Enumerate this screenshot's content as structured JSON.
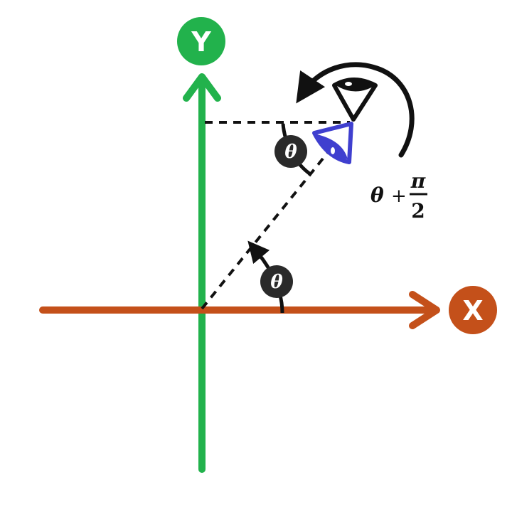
{
  "colors": {
    "x_axis": "#c4501a",
    "y_axis": "#22b24c",
    "viewer_black": "#111111",
    "viewer_blue": "#3f3fcf",
    "angle_badge": "#2a2a2a"
  },
  "axes": {
    "x_label": "X",
    "y_label": "Y"
  },
  "angles": {
    "lower_label": "θ",
    "upper_label": "θ",
    "rotation_theta": "θ",
    "rotation_plus": "+",
    "rotation_numerator": "π",
    "rotation_denominator": "2"
  },
  "icons": {
    "original_viewer": "eye-icon",
    "rotated_viewer": "eye-icon",
    "rotation_arrow": "curved-arrow-icon"
  }
}
